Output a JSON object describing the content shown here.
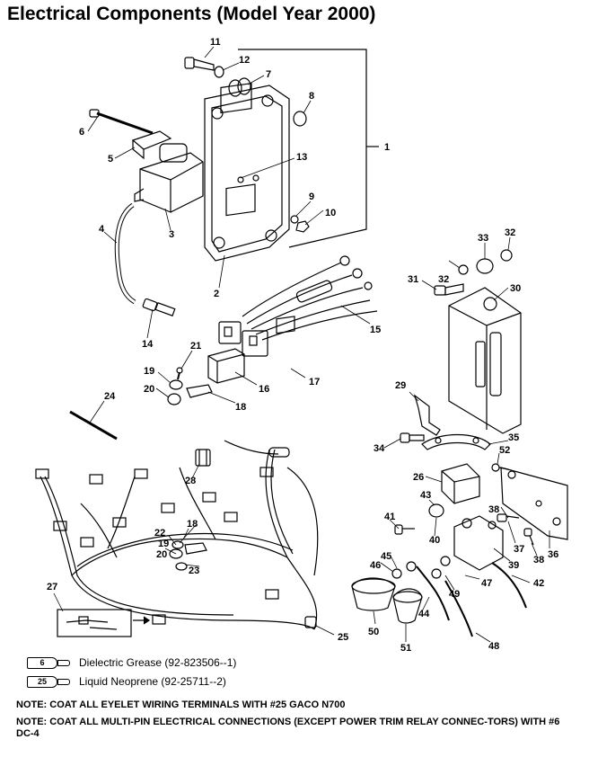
{
  "title": "Electrical Components (Model Year 2000)",
  "legend": [
    {
      "code": "6",
      "text": "Dielectric Grease (92-823506--1)"
    },
    {
      "code": "25",
      "text": "Liquid Neoprene (92-25711--2)"
    }
  ],
  "notes": [
    "NOTE: COAT ALL EYELET WIRING TERMINALS WITH #25 GACO N700",
    "NOTE: COAT ALL MULTI-PIN ELECTRICAL CONNECTIONS (EXCEPT POWER TRIM RELAY CONNEC-TORS) WITH #6 DC-4"
  ],
  "callouts": {
    "c1": "1",
    "c2": "2",
    "c3": "3",
    "c4": "4",
    "c5": "5",
    "c6": "6",
    "c7": "7",
    "c8": "8",
    "c9": "9",
    "c10": "10",
    "c11": "11",
    "c12": "12",
    "c13": "13",
    "c14": "14",
    "c15": "15",
    "c16": "16",
    "c17": "17",
    "c18a": "18",
    "c18b": "18",
    "c19a": "19",
    "c19b": "19",
    "c20a": "20",
    "c20b": "20",
    "c21": "21",
    "c22": "22",
    "c23": "23",
    "c24": "24",
    "c25": "25",
    "c26": "26",
    "c27": "27",
    "c28": "28",
    "c29": "29",
    "c30": "30",
    "c31": "31",
    "c32a": "32",
    "c32b": "32",
    "c33": "33",
    "c34": "34",
    "c35": "35",
    "c36": "36",
    "c37": "37",
    "c38a": "38",
    "c38b": "38",
    "c39": "39",
    "c40": "40",
    "c41": "41",
    "c42": "42",
    "c43": "43",
    "c44": "44",
    "c45": "45",
    "c46": "46",
    "c47": "47",
    "c48": "48",
    "c49": "49",
    "c50": "50",
    "c51": "51",
    "c52": "52"
  }
}
